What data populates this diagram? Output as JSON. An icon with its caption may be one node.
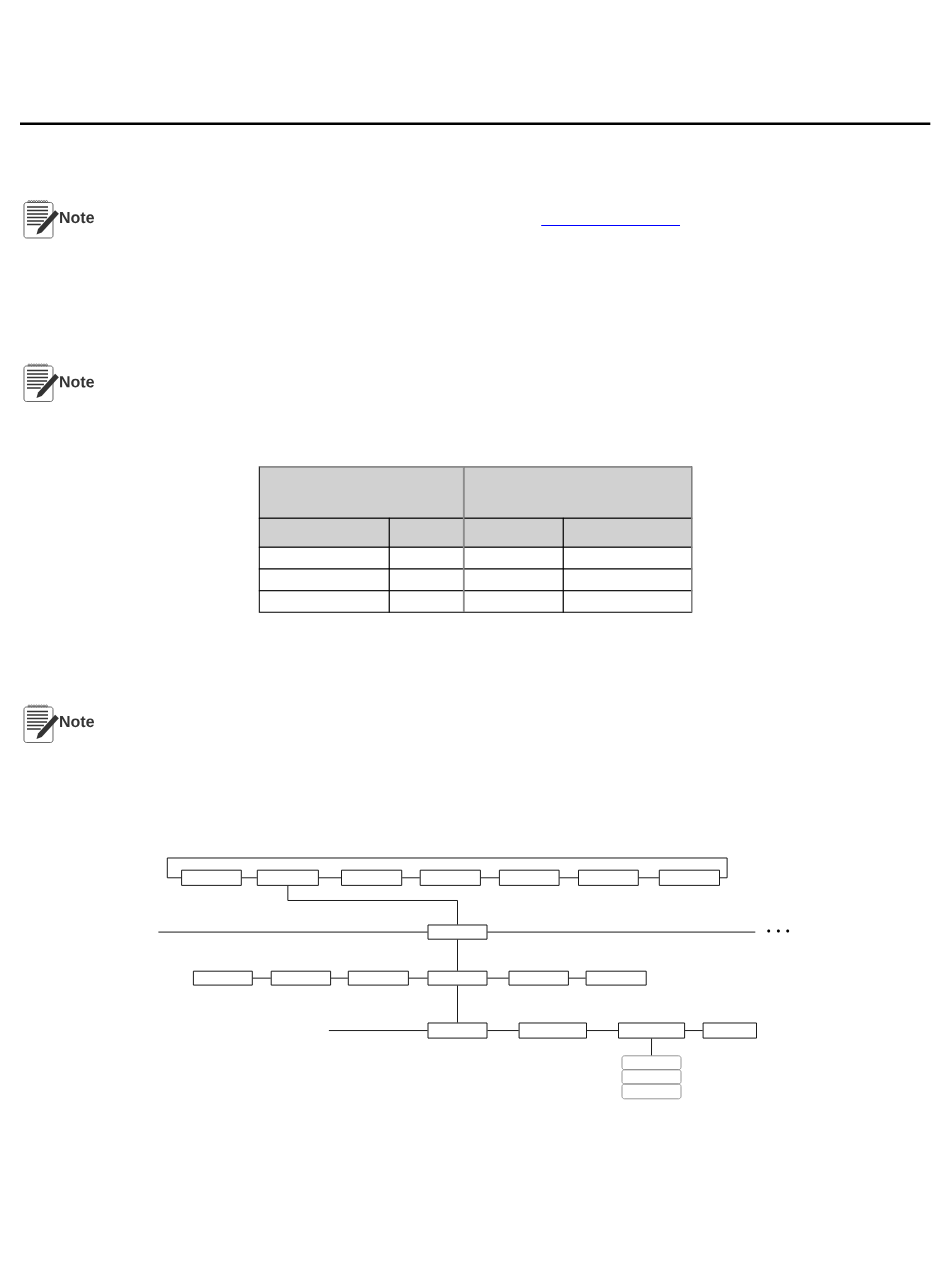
{
  "diagram": {
    "nodes": [
      {
        "text": [],
        "shape": "box"
      },
      {
        "text": [],
        "shape": "box"
      },
      {
        "text": [],
        "shape": "box"
      },
      {
        "text": [],
        "shape": "box"
      },
      {
        "text": [],
        "shape": "box"
      },
      {
        "text": [],
        "shape": "box"
      },
      {
        "text": [],
        "shape": "box"
      },
      {
        "text": [],
        "shape": "box"
      },
      {
        "text": [],
        "shape": "box"
      },
      {
        "text": [],
        "shape": "box"
      },
      {
        "text": [],
        "shape": "box"
      },
      {
        "text": [],
        "shape": "box"
      },
      {
        "text": [],
        "shape": "box"
      },
      {
        "text": [],
        "shape": "box"
      },
      {
        "text": [],
        "shape": "box"
      },
      {
        "text": [],
        "shape": "box"
      },
      {
        "text": [],
        "shape": "box"
      },
      {
        "text": [],
        "shape": "box"
      },
      {
        "text": [],
        "shape": "box"
      },
      {
        "text": [],
        "shape": "box"
      },
      {
        "text": [],
        "shape": "box"
      }
    ],
    "edges": [
      {
        "from": 0,
        "to": 1,
        "arrow": "none"
      },
      {
        "from": 1,
        "to": 2,
        "arrow": "none"
      },
      {
        "from": 2,
        "to": 3,
        "arrow": "none"
      },
      {
        "from": 3,
        "to": 4,
        "arrow": "none"
      },
      {
        "from": 4,
        "to": 5,
        "arrow": "none"
      },
      {
        "from": 5,
        "to": 6,
        "arrow": "none"
      },
      {
        "from": 0,
        "to": 6,
        "arrow": "none"
      },
      {
        "from": 1,
        "to": 7,
        "arrow": "none"
      },
      {
        "from": null,
        "to": 7,
        "arrow": "none"
      },
      {
        "from": 7,
        "to": null,
        "arrow": "none"
      },
      {
        "from": 7,
        "to": 11,
        "arrow": "none"
      },
      {
        "from": 8,
        "to": 9,
        "arrow": "none"
      },
      {
        "from": 9,
        "to": 10,
        "arrow": "none"
      },
      {
        "from": 10,
        "to": 11,
        "arrow": "none"
      },
      {
        "from": 11,
        "to": 12,
        "arrow": "none"
      },
      {
        "from": 12,
        "to": 13,
        "arrow": "none"
      },
      {
        "from": 11,
        "to": 14,
        "arrow": "none"
      },
      {
        "from": null,
        "to": 14,
        "arrow": "none"
      },
      {
        "from": 14,
        "to": 15,
        "arrow": "none"
      },
      {
        "from": 15,
        "to": 16,
        "arrow": "none"
      },
      {
        "from": 16,
        "to": 17,
        "arrow": "none"
      },
      {
        "from": 16,
        "to": 18,
        "arrow": "none"
      }
    ],
    "labels": [
      "Note",
      "Note",
      "Note"
    ]
  }
}
